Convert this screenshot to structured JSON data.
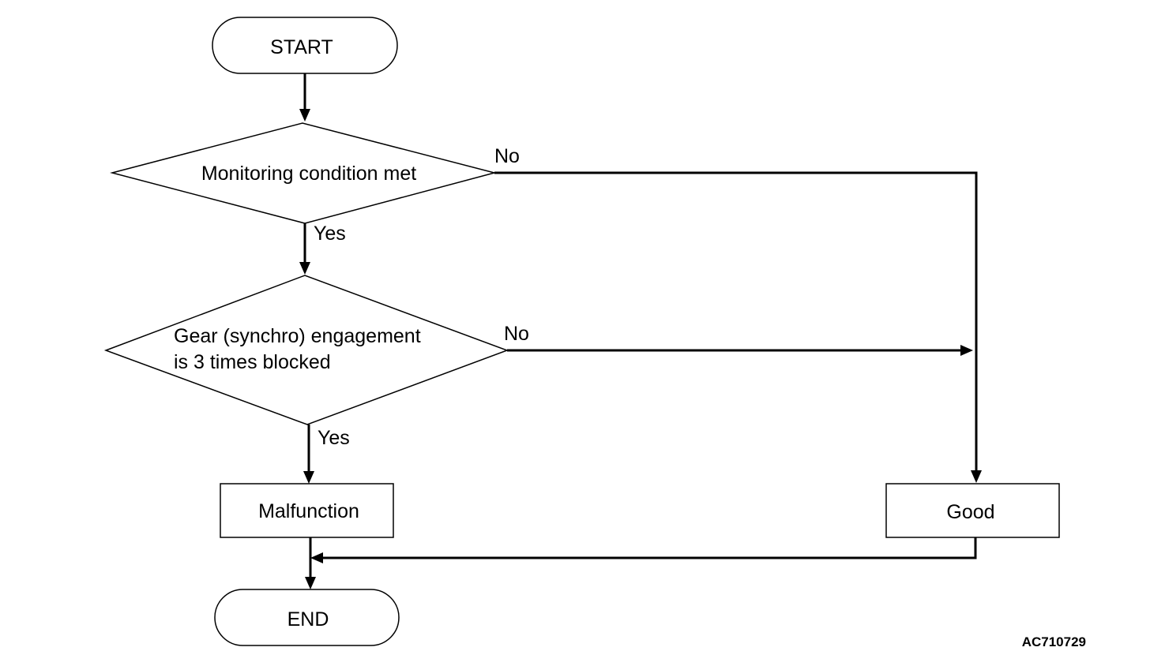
{
  "nodes": {
    "start": "START",
    "decision_monitoring": "Monitoring condition met",
    "decision_gear_line1": "Gear (synchro) engagement",
    "decision_gear_line2": "is 3 times blocked",
    "malfunction": "Malfunction",
    "good": "Good",
    "end": "END"
  },
  "branch_labels": {
    "monitoring_no": "No",
    "monitoring_yes": "Yes",
    "gear_no": "No",
    "gear_yes": "Yes"
  },
  "figure_id": "AC710729",
  "colors": {
    "stroke": "#000000",
    "background": "#ffffff"
  }
}
